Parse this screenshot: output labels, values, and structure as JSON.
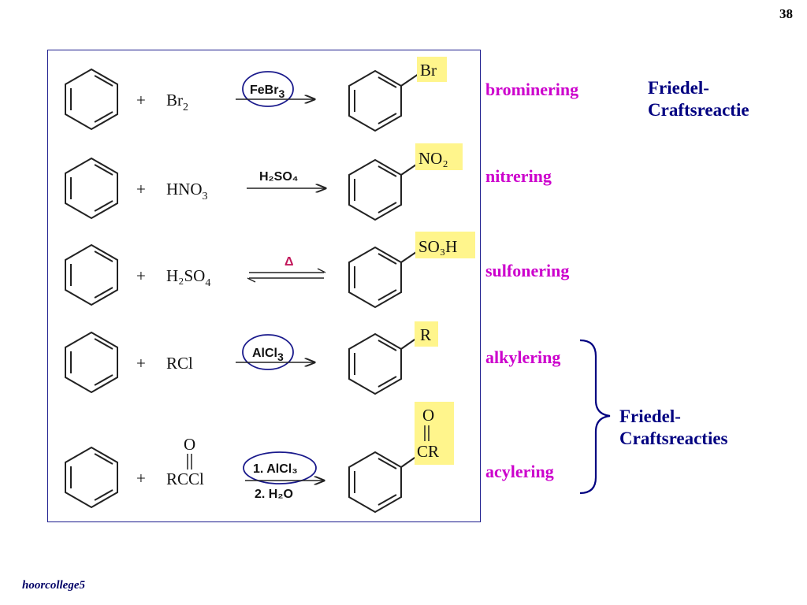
{
  "slide": {
    "page_number": "38",
    "footer": "hoorcollege5"
  },
  "reactions": [
    {
      "reagent": "Br",
      "reagent_sub": "2",
      "condition": "FeBr",
      "condition_sub": "3",
      "product_group": "Br",
      "label": "brominering",
      "circled": true
    },
    {
      "reagent": "HNO",
      "reagent_sub": "3",
      "condition": "H₂SO₄",
      "product_group": "NO₂",
      "label": "nitrering",
      "circled": false
    },
    {
      "reagent": "H₂SO",
      "reagent_sub": "4",
      "condition": "Δ",
      "product_group": "SO₃H",
      "label": "sulfonering",
      "circled": false,
      "equilibrium": true
    },
    {
      "reagent": "RCl",
      "condition": "AlCl",
      "condition_sub": "3",
      "product_group": "R",
      "label": "alkylering",
      "circled": true
    },
    {
      "reagent": "RCCl",
      "reagent_top": "O",
      "condition_line1": "1. AlCl₃",
      "condition_line2": "2. H₂O",
      "product_group_top": "O",
      "product_group": "CR",
      "label": "acylering",
      "circled": true
    }
  ],
  "plus_sign": "+",
  "notes": {
    "top_line1": "Friedel-",
    "top_line2": "Craftsreactie",
    "bracket_line1": "Friedel-",
    "bracket_line2": "Craftsreacties"
  },
  "colors": {
    "label": "#cc00cc",
    "note": "#000080",
    "frame": "#1a1a8c",
    "highlight": "#fff58c",
    "circle": "#1a1a8c"
  }
}
